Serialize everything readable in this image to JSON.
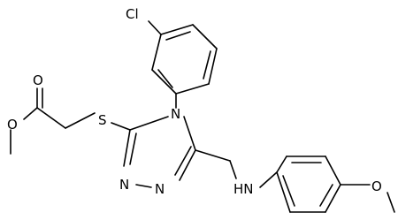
{
  "diagram": {
    "type": "chemical-structure",
    "atom_labels": {
      "chlorine": "Cl",
      "ring_nitrogen_4": "N",
      "ring_nitrogen_2": "N",
      "ring_nitrogen_1": "N",
      "sulfur": "S",
      "amine": "HN",
      "carbonyl_oxygen": "O",
      "ester_oxygen": "O",
      "methoxy_oxygen": "O"
    }
  }
}
